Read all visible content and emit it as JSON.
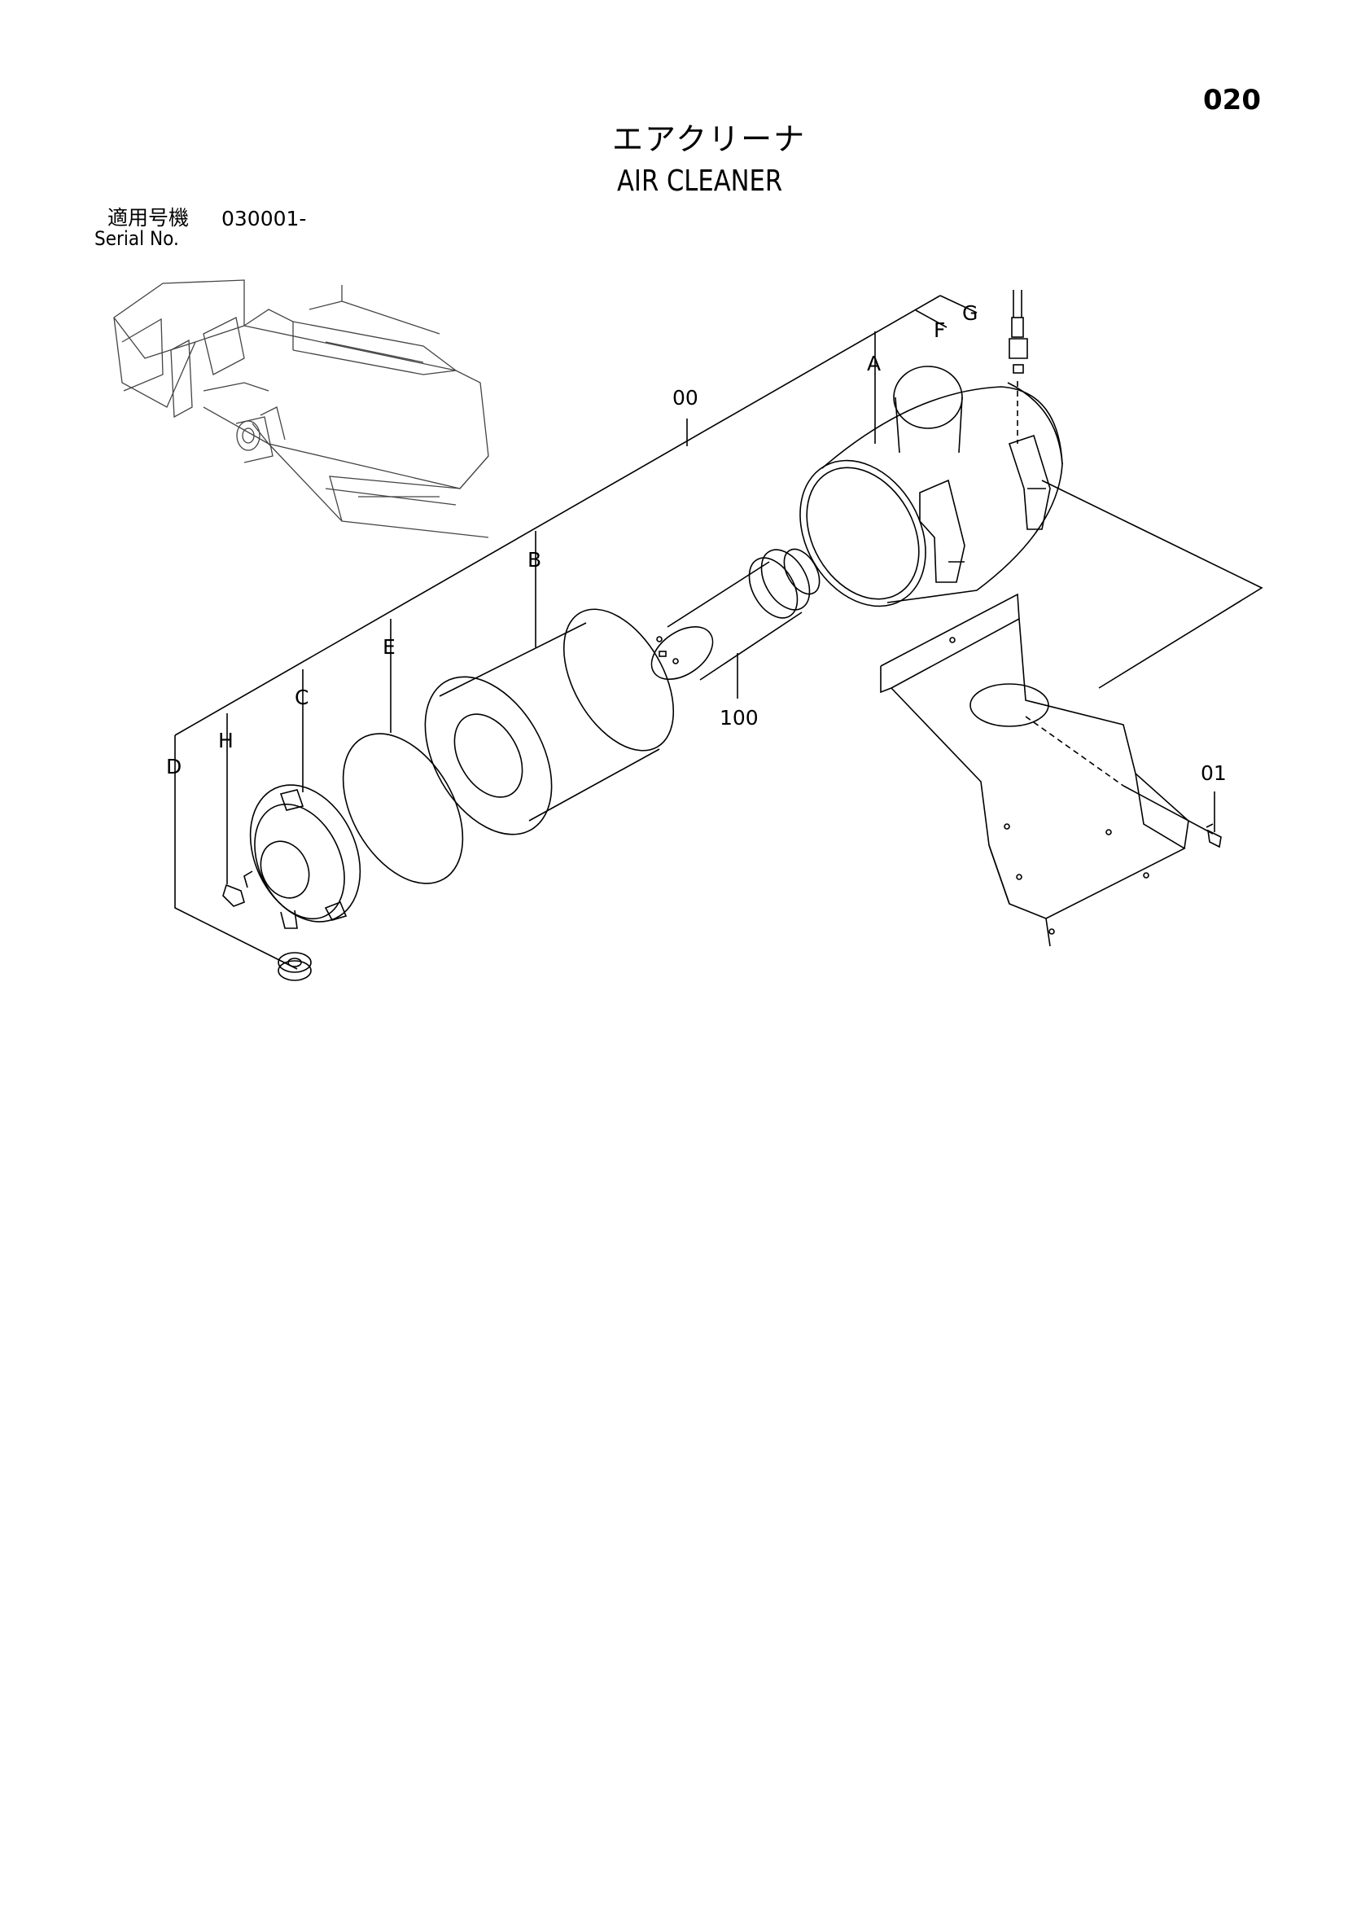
{
  "page": {
    "number": "020",
    "title_jp": "エアクリーナ",
    "title_en": "AIR CLEANER",
    "serial_jp_label": "適用号機",
    "serial_range": "030001-",
    "serial_en_label": "Serial No."
  },
  "callouts": {
    "g": "G",
    "f": "F",
    "a": "A",
    "oo": "00",
    "b": "B",
    "e": "E",
    "c": "C",
    "h": "H",
    "d": "D",
    "p100": "100",
    "p01": "01"
  }
}
